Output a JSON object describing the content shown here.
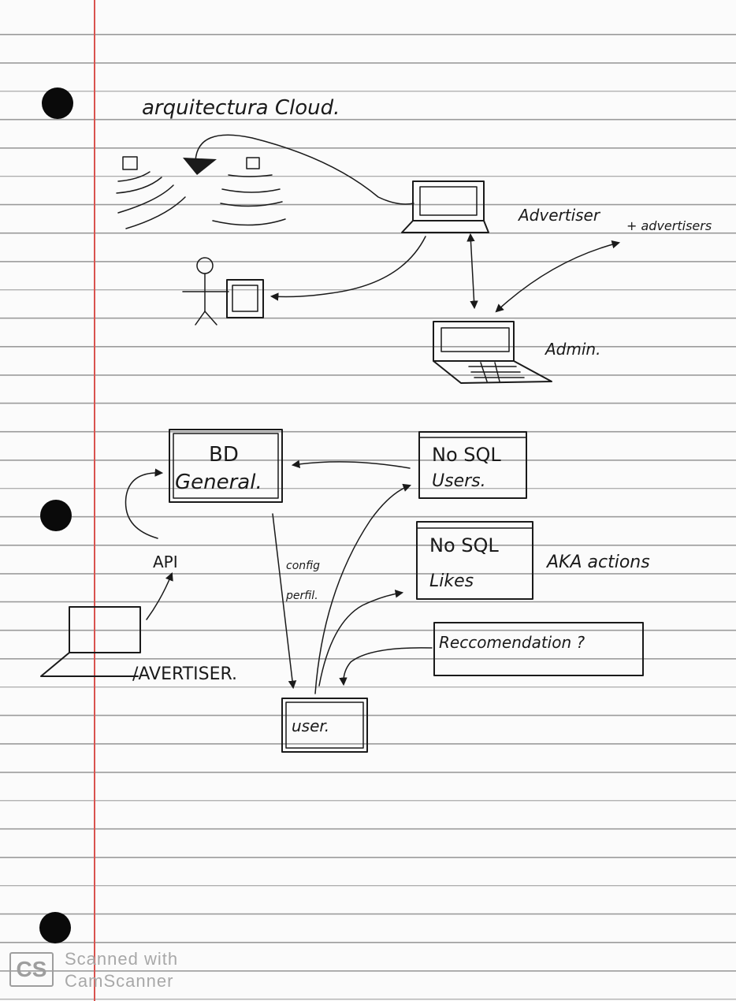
{
  "title": "arquitectura Cloud.",
  "labels": {
    "advertiser": "Advertiser",
    "advertisers_plus": "+ advertisers",
    "admin": "Admin.",
    "bd_line1": "BD",
    "bd_line2": "General.",
    "nosql_users_line1": "No SQL",
    "nosql_users_line2": "Users.",
    "nosql_likes_line1": "No SQL",
    "nosql_likes_line2": "Likes",
    "aka": "AKA actions",
    "recommendation": "Reccomendation ?",
    "api": "API",
    "avertiser": "/AVERTISER.",
    "user": "user.",
    "config_line1": "config",
    "config_line2": "perfil."
  },
  "watermark": {
    "logo": "CS",
    "line1": "Scanned with",
    "line2": "CamScanner"
  }
}
